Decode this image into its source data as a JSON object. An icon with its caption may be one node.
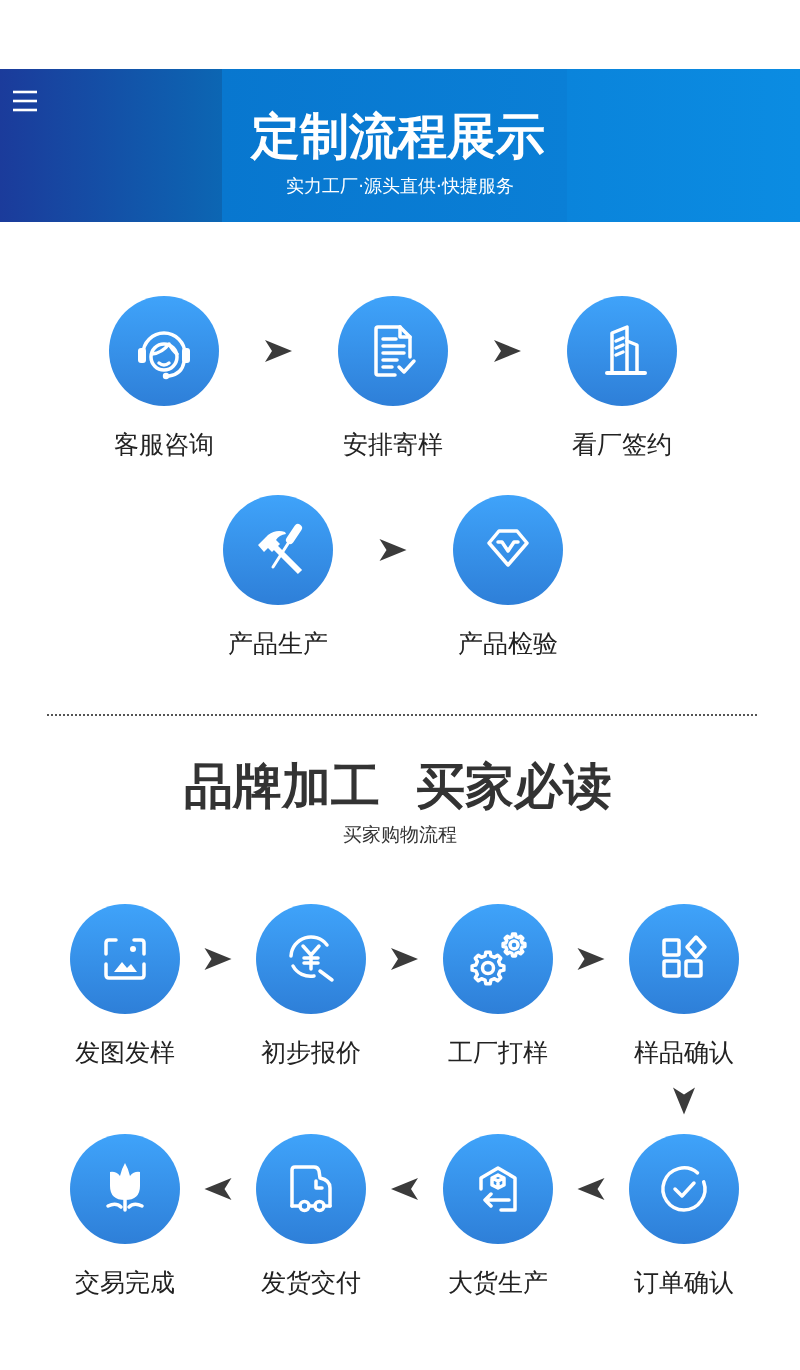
{
  "diagram": {
    "title": "定制流程展示",
    "nodes": [
      {
        "text": [
          "客服咨询"
        ]
      },
      {
        "text": [
          "安排寄样"
        ]
      },
      {
        "text": [
          "看厂签约"
        ]
      },
      {
        "text": [
          "产品生产"
        ]
      },
      {
        "text": [
          "产品检验"
        ]
      },
      {
        "text": [
          "发图发样"
        ]
      },
      {
        "text": [
          "初步报价"
        ]
      },
      {
        "text": [
          "工厂打样"
        ]
      },
      {
        "text": [
          "样品确认"
        ]
      },
      {
        "text": [
          "交易完成"
        ]
      },
      {
        "text": [
          "发货交付"
        ]
      },
      {
        "text": [
          "大货生产"
        ]
      },
      {
        "text": [
          "订单确认"
        ]
      }
    ],
    "edges": [
      {
        "from": 0,
        "to": 1,
        "arrow": "to"
      },
      {
        "from": 1,
        "to": 2,
        "arrow": "to"
      },
      {
        "from": 3,
        "to": 4,
        "arrow": "to"
      },
      {
        "from": 5,
        "to": 6,
        "arrow": "to"
      },
      {
        "from": 6,
        "to": 7,
        "arrow": "to"
      },
      {
        "from": 7,
        "to": 8,
        "arrow": "to"
      },
      {
        "from": 8,
        "to": 12,
        "arrow": "to"
      },
      {
        "from": 12,
        "to": 11,
        "arrow": "to"
      },
      {
        "from": 11,
        "to": 10,
        "arrow": "to"
      },
      {
        "from": 10,
        "to": 9,
        "arrow": "to"
      }
    ],
    "labels": [
      "实力工厂·源头直供·快捷服务",
      "品牌加工 买家必读",
      "买家购物流程"
    ]
  }
}
